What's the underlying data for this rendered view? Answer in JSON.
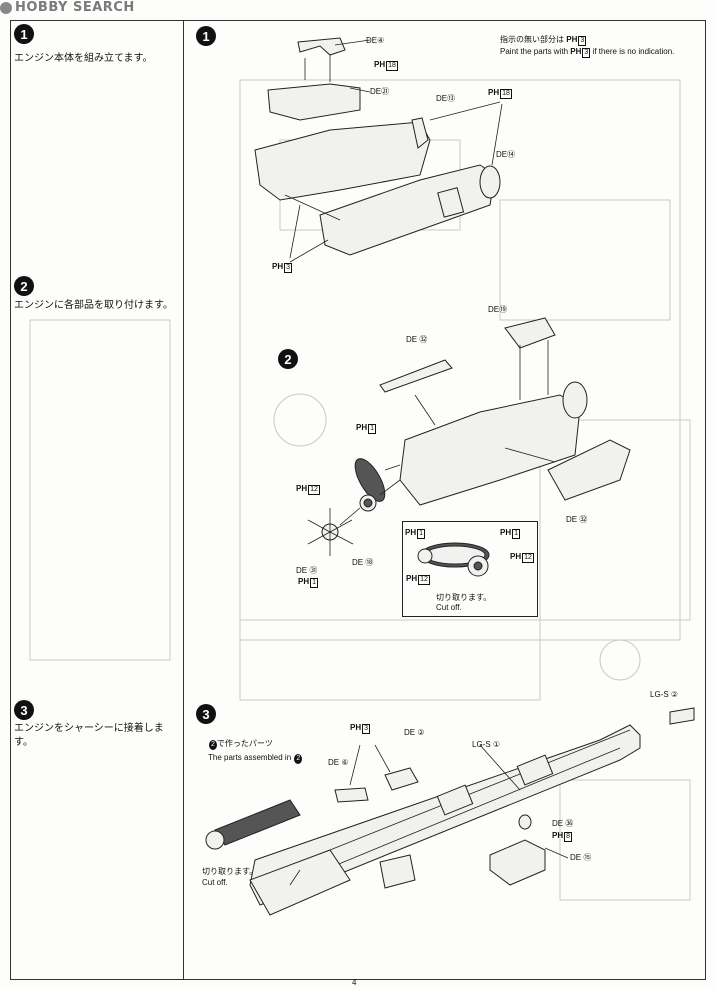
{
  "watermark": {
    "text": "HOBBY SEARCH"
  },
  "page_number": "4",
  "steps": [
    {
      "num": "1",
      "text": "エンジン本体を組み立てます。"
    },
    {
      "num": "2",
      "text": "エンジンに各部品を取り付けます。"
    },
    {
      "num": "3",
      "text": "エンジンをシャーシーに接着します。"
    }
  ],
  "paint_note": {
    "jp": "指示の無い部分は",
    "jp_code": "3",
    "en_pre": "Paint the parts with",
    "en_code": "3",
    "en_post": " if there is no indication."
  },
  "ph_prefix": "PH",
  "step1_labels": {
    "de4": "DE④",
    "ph18_a": "18",
    "de21": "DE㉑",
    "de13": "DE⑬",
    "ph18_b": "18",
    "de14": "DE⑭",
    "ph3": "3"
  },
  "step2_labels": {
    "de19": "DE⑲",
    "de32_a": "DE ㉜",
    "ph1_a": "1",
    "ph12_a": "12",
    "de32_b": "DE ㉜",
    "de31": "DE ㉛",
    "ph1_b": "1",
    "de18": "DE ⑱",
    "cut_ph1_a": "1",
    "cut_ph1_b": "1",
    "cut_ph12_a": "12",
    "cut_ph12_b": "12",
    "cut_jp": "切り取ります。",
    "cut_en": "Cut off."
  },
  "step3_labels": {
    "lgs2": "LG-S ②",
    "ph3": "3",
    "de2": "DE ②",
    "made_in2_jp": "で作ったパーツ",
    "made_in2_en": "The parts assembled in",
    "de6": "DE ⑥",
    "lgs1": "LG-S ①",
    "de36": "DE ㊱",
    "ph8": "8",
    "de15": "DE ⑮",
    "cut_jp": "切り取ります。",
    "cut_en": "Cut off."
  }
}
